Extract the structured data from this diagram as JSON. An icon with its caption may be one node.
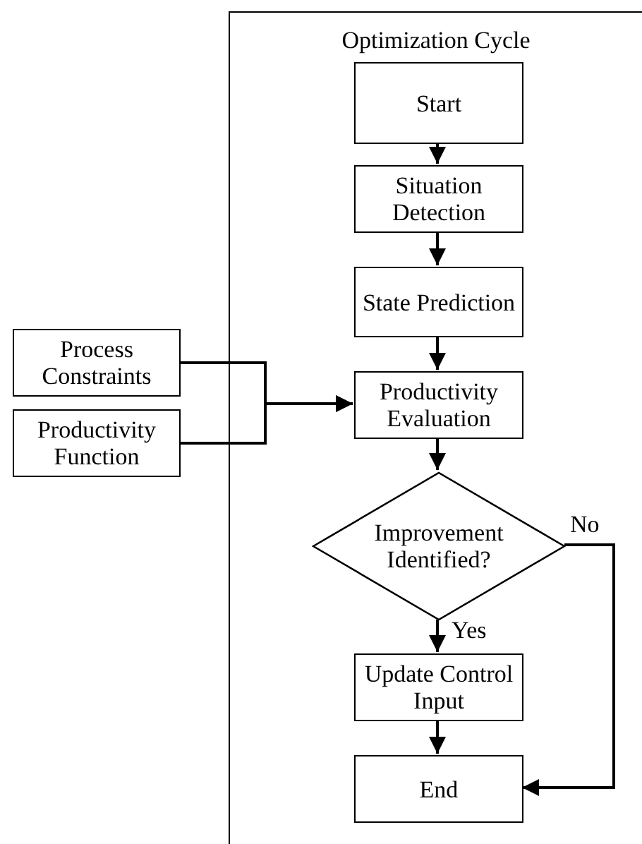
{
  "diagram": {
    "nodes": [
      {
        "text": [
          "Optimization Cycle"
        ]
      },
      {
        "text": [
          "Start"
        ],
        "in": 0
      },
      {
        "text": [
          "Situation Detection"
        ],
        "in": 0
      },
      {
        "text": [
          "State Prediction"
        ],
        "in": 0
      },
      {
        "text": [
          "Productivity Evaluation"
        ],
        "in": 0
      },
      {
        "text": [
          "Improvement Identified?"
        ],
        "in": 0
      },
      {
        "text": [
          "Update Control Input"
        ],
        "in": 0
      },
      {
        "text": [
          "End"
        ],
        "in": 0
      },
      {
        "text": [
          "Process Constraints"
        ]
      },
      {
        "text": [
          "Productivity Function"
        ]
      }
    ],
    "edges": [
      {
        "from": 1,
        "to": 2,
        "arrow": "to"
      },
      {
        "from": 2,
        "to": 3,
        "arrow": "to"
      },
      {
        "from": 3,
        "to": 4,
        "arrow": "to"
      },
      {
        "from": 4,
        "to": 5,
        "arrow": "to"
      },
      {
        "from": 5,
        "to": 6,
        "arrow": "to",
        "label": "Yes"
      },
      {
        "from": 6,
        "to": 7,
        "arrow": "to"
      },
      {
        "from": 5,
        "to": 7,
        "arrow": "to",
        "label": "No"
      },
      {
        "from": 8,
        "to": 4,
        "arrow": "to"
      },
      {
        "from": 9,
        "to": 4,
        "arrow": "to"
      }
    ]
  }
}
